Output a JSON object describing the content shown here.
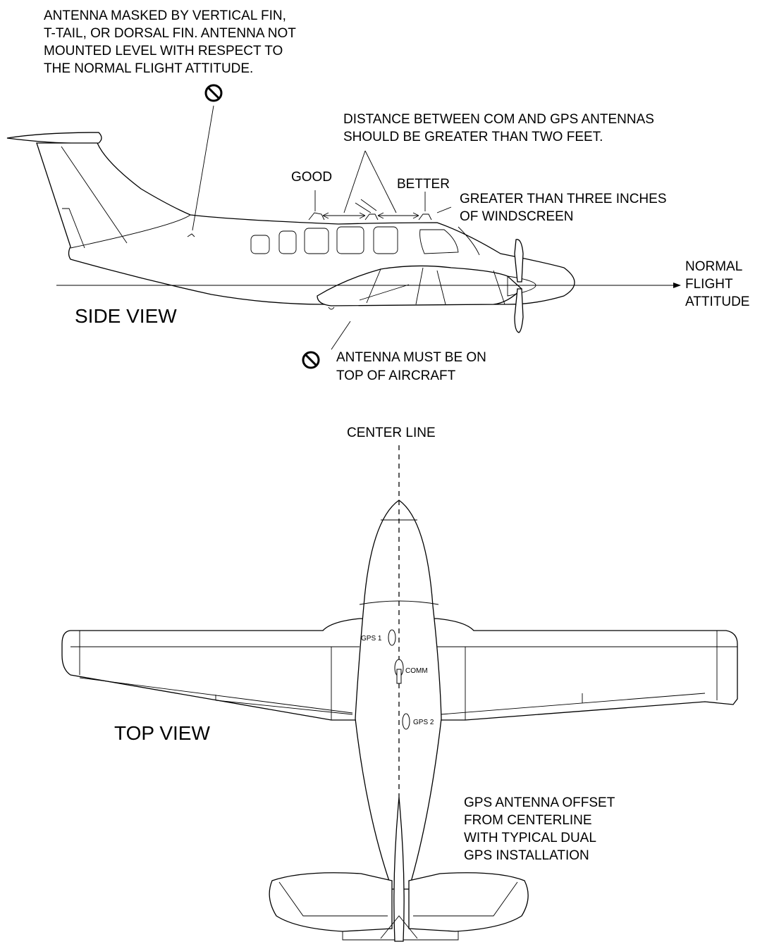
{
  "notes": {
    "masked_line1": "ANTENNA MASKED BY VERTICAL FIN,",
    "masked_line2": "T-TAIL, OR DORSAL FIN. ANTENNA NOT",
    "masked_line3": "MOUNTED LEVEL WITH RESPECT TO",
    "masked_line4": "THE NORMAL FLIGHT ATTITUDE.",
    "distance_line1": "DISTANCE BETWEEN COM AND GPS ANTENNAS",
    "distance_line2": "SHOULD BE GREATER THAN TWO FEET.",
    "good": "GOOD",
    "better": "BETTER",
    "windscreen_line1": "GREATER THAN THREE INCHES",
    "windscreen_line2": "OF WINDSCREEN",
    "attitude_line1": "NORMAL",
    "attitude_line2": "FLIGHT",
    "attitude_line3": "ATTITUDE",
    "top_line1": "ANTENNA MUST BE ON",
    "top_line2": "TOP OF AIRCRAFT",
    "center_line": "CENTER LINE",
    "offset_line1": "GPS ANTENNA OFFSET",
    "offset_line2": "FROM CENTERLINE",
    "offset_line3": "WITH TYPICAL DUAL",
    "offset_line4": "GPS INSTALLATION"
  },
  "views": {
    "side": "SIDE VIEW",
    "top": "TOP VIEW"
  },
  "antennas": {
    "gps1": "GPS 1",
    "comm": "COMM",
    "gps2": "GPS 2"
  },
  "icons": {
    "prohibited": "prohibited-icon"
  }
}
